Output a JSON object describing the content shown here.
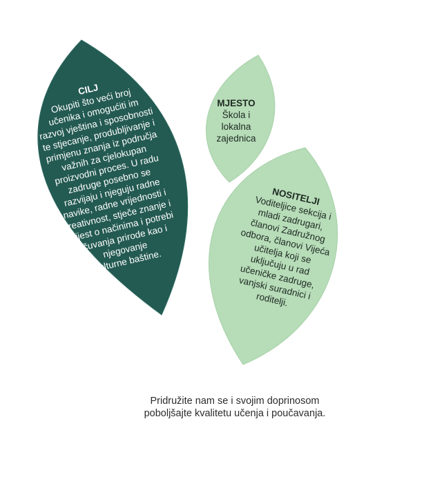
{
  "colors": {
    "dark_leaf": "#235a52",
    "dark_leaf_edge": "#2e6b61",
    "light_leaf": "#b7dcb8",
    "light_leaf_edge": "#a6d1a8"
  },
  "cilj": {
    "heading": "CILJ",
    "lines": [
      "Okupiti što veći broj",
      "učenika i omogućiti im",
      "razvoj vještina i sposobnosti",
      "te stjecanje, produbljivanje i",
      "primjenu znanja iz područja",
      "važnih za cjelokupan",
      "proizvodni proces. U radu",
      "zadruge posebno se",
      "razvijaju i njeguju radne",
      "navike, radne vrijednosti i",
      "kreativnost, stječe znanje i",
      "svijest o načinima i potrebi",
      "očuvanja prirode kao i",
      "njegovanje",
      "kulturne baštine."
    ]
  },
  "mjesto": {
    "heading": "MJESTO",
    "lines": [
      "Škola i",
      "lokalna",
      "zajednica"
    ]
  },
  "nositelji": {
    "heading": "NOSITELJI",
    "lines": [
      "Voditeljice sekcija i",
      "mladi zadrugari,",
      "članovi Zadružnog",
      "odbora, članovi Vijeća",
      "učitelja koji se",
      "uključuju u rad",
      "učeničke zadruge,",
      "vanjski suradnici i",
      "roditelji."
    ]
  },
  "footer": {
    "lines": [
      "Pridružite nam se i svojim doprinosom",
      "poboljšajte kvalitetu učenja i poučavanja."
    ]
  }
}
